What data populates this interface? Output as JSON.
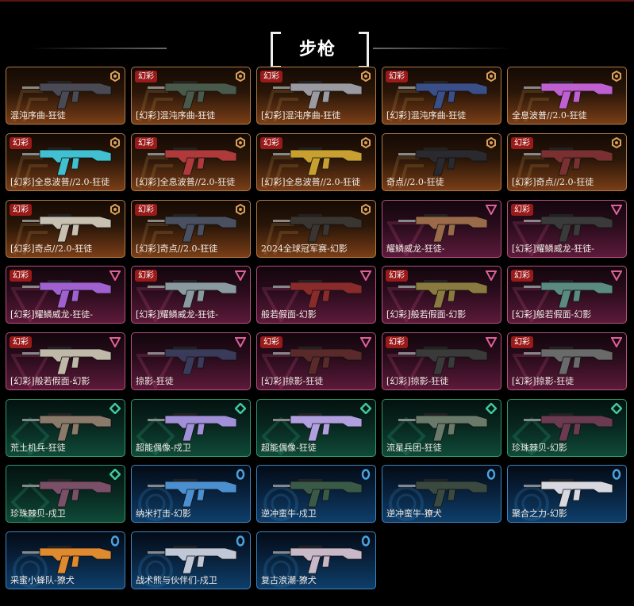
{
  "section_title": "步枪",
  "badge_text": "幻彩",
  "tier_colors": {
    "gold": "#d9a05a",
    "pink": "#e0609a",
    "green": "#3fc79a",
    "blue": "#4aa3e0"
  },
  "items": [
    {
      "name": "混沌序曲-狂徒",
      "tier": "gold",
      "badge": false,
      "gun_color": "#4a4a55"
    },
    {
      "name": "[幻彩]混沌序曲-狂徒",
      "tier": "gold",
      "badge": true,
      "gun_color": "#4a5a4a"
    },
    {
      "name": "[幻彩]混沌序曲-狂徒",
      "tier": "gold",
      "badge": true,
      "gun_color": "#9a9aa0"
    },
    {
      "name": "[幻彩]混沌序曲-狂徒",
      "tier": "gold",
      "badge": true,
      "gun_color": "#3a4e88"
    },
    {
      "name": "全息波普//2.0-狂徒",
      "tier": "gold",
      "badge": false,
      "gun_color": "#c060d0"
    },
    {
      "name": "[幻彩]全息波普//2.0-狂徒",
      "tier": "gold",
      "badge": true,
      "gun_color": "#40c0d0"
    },
    {
      "name": "[幻彩]全息波普//2.0-狂徒",
      "tier": "gold",
      "badge": true,
      "gun_color": "#b03a3a"
    },
    {
      "name": "[幻彩]全息波普//2.0-狂徒",
      "tier": "gold",
      "badge": true,
      "gun_color": "#c8a030"
    },
    {
      "name": "奇点//2.0-狂徒",
      "tier": "gold",
      "badge": false,
      "gun_color": "#2a2a2e"
    },
    {
      "name": "[幻彩]奇点//2.0-狂徒",
      "tier": "gold",
      "badge": true,
      "gun_color": "#7a3030"
    },
    {
      "name": "[幻彩]奇点//2.0-狂徒",
      "tier": "gold",
      "badge": true,
      "gun_color": "#c8c0b0"
    },
    {
      "name": "[幻彩]奇点//2.0-狂徒",
      "tier": "gold",
      "badge": true,
      "gun_color": "#4a5060"
    },
    {
      "name": "2024全球冠军赛-幻影",
      "tier": "gold",
      "badge": false,
      "gun_color": "#3a3530"
    },
    {
      "name": "耀鳞威龙-狂徒-",
      "tier": "pink",
      "badge": false,
      "gun_color": "#9a6a4a"
    },
    {
      "name": "[幻彩]耀鳞威龙-狂徒-",
      "tier": "pink",
      "badge": true,
      "gun_color": "#3a3a3a"
    },
    {
      "name": "[幻彩]耀鳞威龙-狂徒-",
      "tier": "pink",
      "badge": true,
      "gun_color": "#a060d0"
    },
    {
      "name": "[幻彩]耀鳞威龙-狂徒-",
      "tier": "pink",
      "badge": true,
      "gun_color": "#8a9aa0"
    },
    {
      "name": "般若假面-幻影",
      "tier": "pink",
      "badge": false,
      "gun_color": "#8a2a2a"
    },
    {
      "name": "[幻彩]般若假面-幻影",
      "tier": "pink",
      "badge": true,
      "gun_color": "#8a7a40"
    },
    {
      "name": "[幻彩]般若假面-幻影",
      "tier": "pink",
      "badge": true,
      "gun_color": "#5a8a80"
    },
    {
      "name": "[幻彩]般若假面-幻影",
      "tier": "pink",
      "badge": true,
      "gun_color": "#c0b8a8"
    },
    {
      "name": "掠影-狂徒",
      "tier": "pink",
      "badge": false,
      "gun_color": "#3a3a5a"
    },
    {
      "name": "[幻彩]掠影-狂徒",
      "tier": "pink",
      "badge": true,
      "gun_color": "#5a2a2a"
    },
    {
      "name": "[幻彩]掠影-狂徒",
      "tier": "pink",
      "badge": true,
      "gun_color": "#3a3a3a"
    },
    {
      "name": "[幻彩]掠影-狂徒",
      "tier": "pink",
      "badge": true,
      "gun_color": "#6a6a6a"
    },
    {
      "name": "荒土机兵-狂徒",
      "tier": "green",
      "badge": false,
      "gun_color": "#8a7a6a"
    },
    {
      "name": "超能偶像-戍卫",
      "tier": "green",
      "badge": false,
      "gun_color": "#a090d8"
    },
    {
      "name": "超能偶像-狂徒",
      "tier": "green",
      "badge": false,
      "gun_color": "#b0a0e0"
    },
    {
      "name": "流星兵团-狂徒",
      "tier": "green",
      "badge": false,
      "gun_color": "#6a7a6a"
    },
    {
      "name": "珍珠棘贝-幻影",
      "tier": "green",
      "badge": false,
      "gun_color": "#6a3a50"
    },
    {
      "name": "珍珠棘贝-戍卫",
      "tier": "green",
      "badge": false,
      "gun_color": "#7a5068"
    },
    {
      "name": "纳米打击-幻影",
      "tier": "blue",
      "badge": false,
      "gun_color": "#4a90d0"
    },
    {
      "name": "逆冲蛮牛-戍卫",
      "tier": "blue",
      "badge": false,
      "gun_color": "#3a5a48"
    },
    {
      "name": "逆冲蛮牛-獠犬",
      "tier": "blue",
      "badge": false,
      "gun_color": "#3a4a40"
    },
    {
      "name": "聚合之力-幻影",
      "tier": "blue",
      "badge": false,
      "gun_color": "#d8d8e0"
    },
    {
      "name": "采蜜小蜂队-獠犬",
      "tier": "blue",
      "badge": false,
      "gun_color": "#e08a30"
    },
    {
      "name": "战术熊与伙伴们-戍卫",
      "tier": "blue",
      "badge": false,
      "gun_color": "#c0c8d8"
    },
    {
      "name": "复古浪潮-獠犬",
      "tier": "blue",
      "badge": false,
      "gun_color": "#c8b8c8"
    }
  ]
}
